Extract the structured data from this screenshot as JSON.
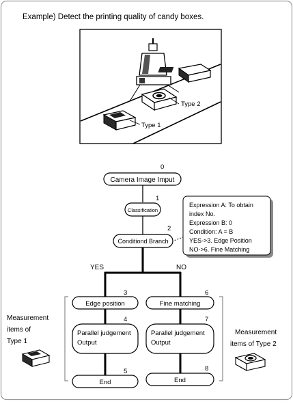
{
  "title": "Example) Detect the printing quality of candy boxes.",
  "illustration": {
    "type1_label": "Type 1",
    "type2_label": "Type 2"
  },
  "flow": {
    "start": {
      "number": "0",
      "label": "Camera Image Imput"
    },
    "classification": {
      "number": "1",
      "label": "Classification"
    },
    "branch": {
      "number": "2",
      "label": "Conditiond Branch"
    },
    "note_lines": [
      "Expression A: To obtain",
      "index No.",
      "Expression B: 0",
      "Condition: A = B",
      "YES->3. Edge Position",
      "NO->6. Fine Matching"
    ],
    "yes_label": "YES",
    "no_label": "NO",
    "left_branch": {
      "step_number": "3",
      "step_label": "Edge position",
      "output_number": "4",
      "output_line1": "Parallel judgement",
      "output_line2": "Output",
      "end_number": "5",
      "end_label": "End"
    },
    "right_branch": {
      "step_number": "6",
      "step_label": "Fine matching",
      "output_number": "7",
      "output_line1": "Parallel judgement",
      "output_line2": "Output",
      "end_number": "8",
      "end_label": "End"
    }
  },
  "side_labels": {
    "left": [
      "Measurement",
      "items of",
      "Type 1"
    ],
    "right": [
      "Measurement",
      "items of Type 2"
    ]
  }
}
